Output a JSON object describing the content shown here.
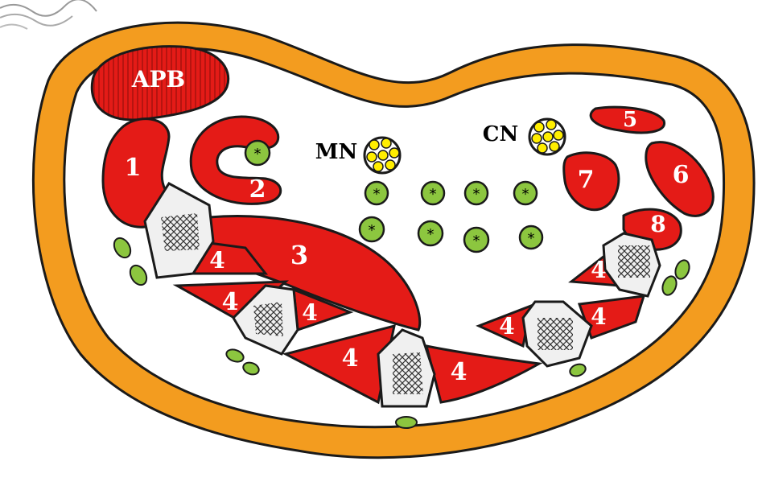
{
  "labels": {
    "apb": "APB",
    "m1": "1",
    "m2": "2",
    "m3": "3",
    "m4": "4",
    "m5": "5",
    "m6": "6",
    "m7": "7",
    "m8": "8",
    "mn": "MN",
    "cn": "CN"
  },
  "colors": {
    "capsule": "#f39c1f",
    "muscle": "#e41b17",
    "bone": "#f0f0f0",
    "vessel": "#8cc63f",
    "nerve": "#ffee00",
    "outline": "#1a1a1a"
  }
}
